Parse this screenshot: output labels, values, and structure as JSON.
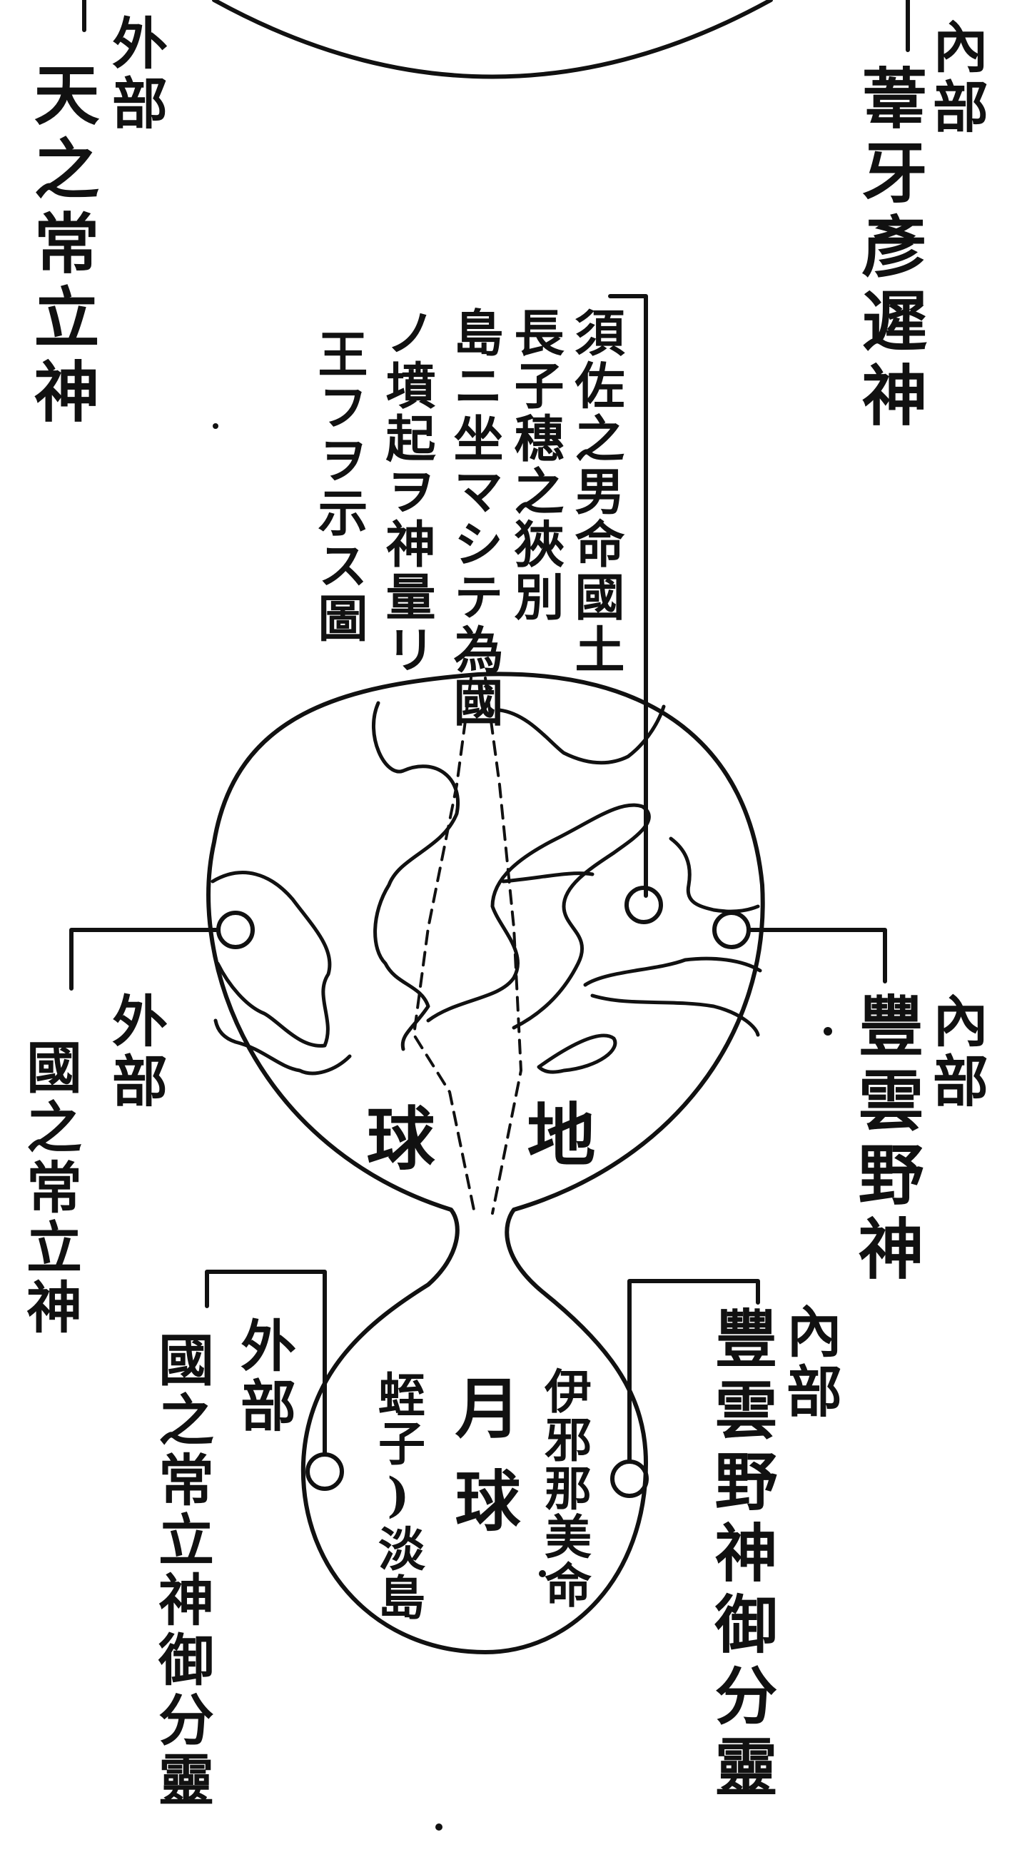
{
  "top_left": {
    "part": "外部",
    "deity": "天之常立神"
  },
  "top_right": {
    "part": "內部",
    "deity": "葦牙彥遲神"
  },
  "caption": {
    "lines": [
      "須佐之男命國土",
      "長子穗之狹別",
      "島ニ坐マシテ為國",
      "ノ墳起ヲ神量リ",
      "王フヲ示ス圖"
    ]
  },
  "earth": {
    "label_right": "地",
    "label_left": "球",
    "left": {
      "part": "外部",
      "deity": "國之常立神"
    },
    "right": {
      "part": "內部",
      "deity": "豐雲野神"
    }
  },
  "moon": {
    "label_top": "月",
    "label_bottom": "球",
    "inner_left": "蛭子)淡島",
    "inner_right": "伊邪那美命",
    "left": {
      "part": "外部",
      "deity": "國之常立神御分靈"
    },
    "right": {
      "part": "內部",
      "deity": "豐雲野神御分靈"
    }
  },
  "colors": {
    "ink": "#111111",
    "paper": "#ffffff"
  }
}
